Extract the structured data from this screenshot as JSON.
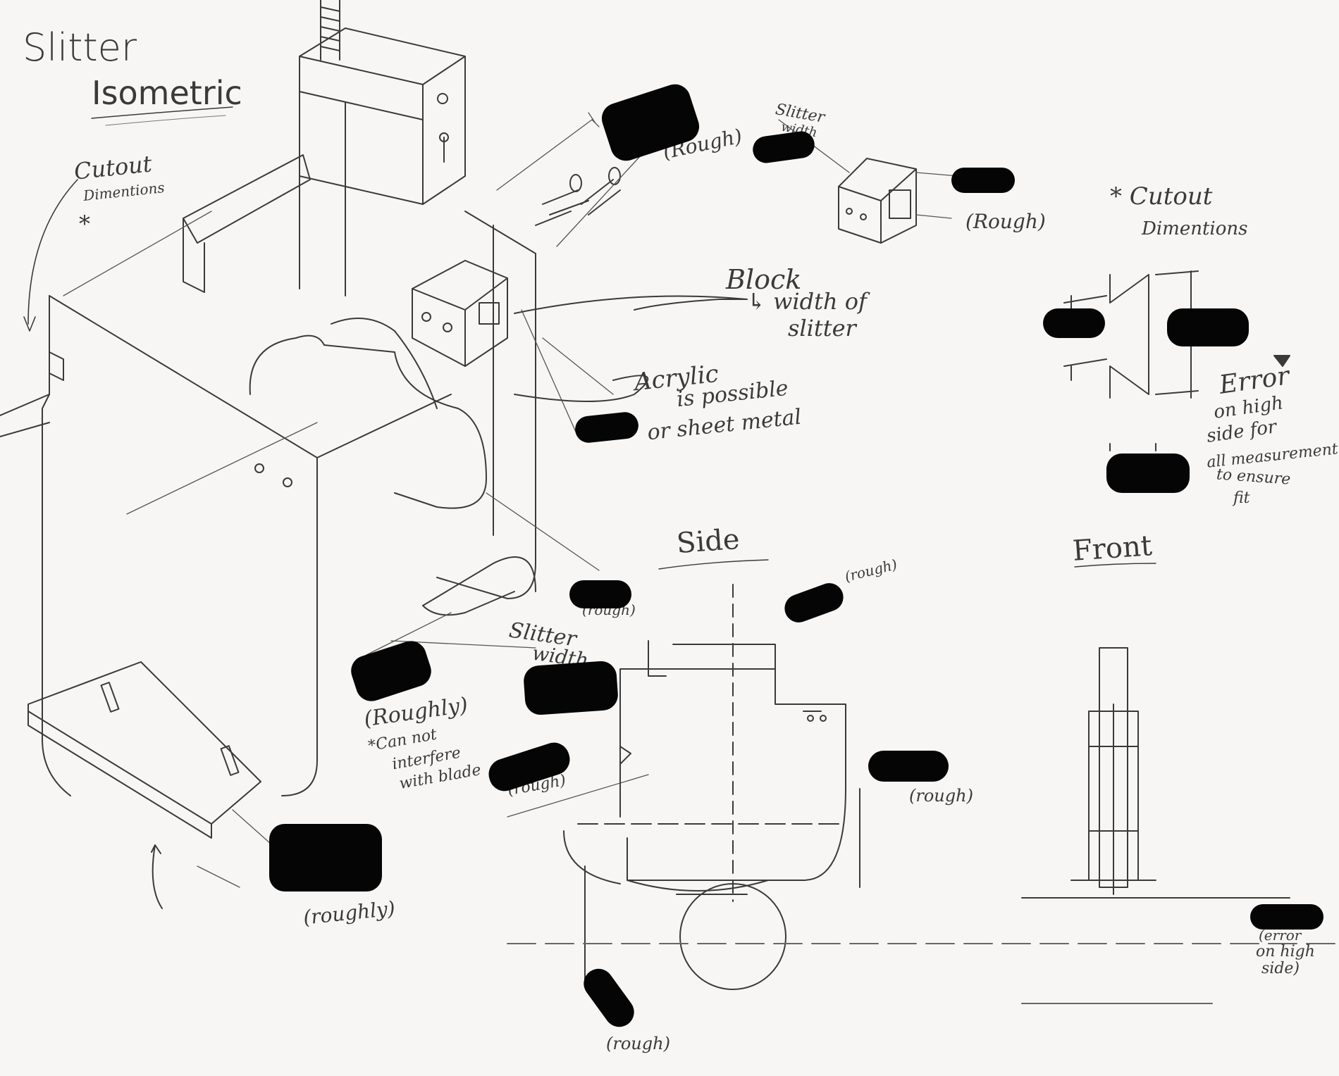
{
  "title": {
    "line1": "Slitter",
    "line2": "Isometric"
  },
  "notes": {
    "cutout_dims": {
      "line1": "Cutout",
      "line2": "Dimentions"
    },
    "cutout_dims_star": "*",
    "cutout_dims_right": {
      "line1": "* Cutout",
      "line2": "Dimentions"
    },
    "slitter_width_top": {
      "line1": "Slitter",
      "line2": "width"
    },
    "rough_top1": "(Rough)",
    "rough_top2": "(Rough)",
    "block": "Block",
    "block_width": {
      "line1": "↳ width of",
      "line2": "slitter"
    },
    "acrylic": {
      "line1": "Acrylic",
      "line2": "is possible",
      "line3": "or sheet metal"
    },
    "error": {
      "line1": "Error",
      "line2": "on high",
      "line3": "side for",
      "line4": "all measurement",
      "line5": "to ensure",
      "line6": "fit"
    },
    "side": "Side",
    "front": "Front",
    "rough_side_top": "(rough)",
    "rough_left_mid": "(rough)",
    "slitter_width_mid": {
      "line1": "Slitter",
      "line2": "width"
    },
    "roughly_mid": "(Roughly)",
    "cannot_interfere": {
      "line1": "*Can not",
      "line2": "interfere",
      "line3": "with blade"
    },
    "rough_blade": "(rough)",
    "rough_right": "(rough)",
    "roughly_bottom": "(roughly)",
    "rough_bottom": "(rough)",
    "error_right": {
      "line1": "(error",
      "line2": "on high",
      "line3": "side)"
    }
  },
  "colors": {
    "pencil": "#3a3a3a",
    "paper": "#f7f6f4",
    "redaction": "#050505"
  }
}
